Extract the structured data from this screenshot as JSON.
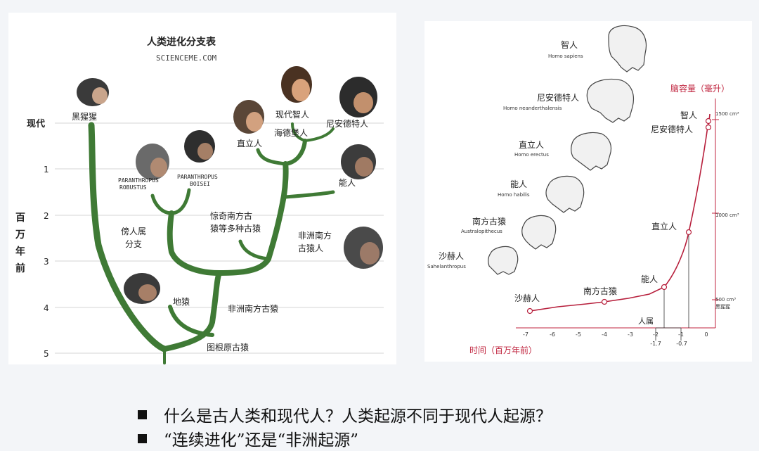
{
  "left_chart": {
    "title": "人类进化分支表",
    "source": "SCIENCEME.COM",
    "axis_title_chars": [
      "百",
      "万",
      "年",
      "前"
    ],
    "axis_labels": [
      "现代",
      "1",
      "2",
      "3",
      "4",
      "5"
    ],
    "labels": {
      "chimpanzee": "黑猩猩",
      "robustus": [
        "PARANTHROPUS",
        "ROBUSTUS"
      ],
      "boisei": [
        "PARANTHROPUS",
        "BOISEI"
      ],
      "paranthropus_branch": [
        "傍人属",
        "分支"
      ],
      "australopithecus_group": [
        "惊奇南方古",
        "猿等多种古猿"
      ],
      "erectus": "直立人",
      "sapiens": "现代智人",
      "heidelbergensis": "海德堡人",
      "neanderthal": "尼安德特人",
      "habilis": "能人",
      "afarensis": [
        "非洲南方",
        "古猿人"
      ],
      "ardipithecus": "地猿",
      "africanus": "非洲南方古猿",
      "tugen": "图根原古猿"
    }
  },
  "right_chart": {
    "y_axis_title": "脑容量（毫升）",
    "x_axis_title": "时间（百万年前）",
    "x_ticks": [
      "-7",
      "-6",
      "-5",
      "-4",
      "-3",
      "-2",
      "-1",
      "0"
    ],
    "x_sub_ticks": [
      "-1.7",
      "-0.7"
    ],
    "y_ticks": [
      "1500 cm³",
      "1000 cm³",
      "500 cm³"
    ],
    "y_tick_note": "黑猩猩",
    "genus_label": "人属",
    "skulls": [
      {
        "cn": "智人",
        "latin": "Homo sapiens"
      },
      {
        "cn": "尼安德特人",
        "latin": "Homo neanderthalensis"
      },
      {
        "cn": "直立人",
        "latin": "Homo erectus"
      },
      {
        "cn": "能人",
        "latin": "Homo habilis"
      },
      {
        "cn": "南方古猿",
        "latin": "Australopithecus"
      },
      {
        "cn": "沙赫人",
        "latin": "Sahelanthropus"
      }
    ],
    "curve_labels": [
      "沙赫人",
      "南方古猿",
      "能人",
      "直立人",
      "智人",
      "尼安德特人"
    ]
  },
  "bullets": [
    "什么是古人类和现代人？人类起源不同于现代人起源？",
    "“连续进化”还是“非洲起源”"
  ],
  "colors": {
    "branch": "#3f7a35",
    "curve": "#b71f3c",
    "axis": "#c0253f",
    "grid": "#d6d6d6"
  }
}
